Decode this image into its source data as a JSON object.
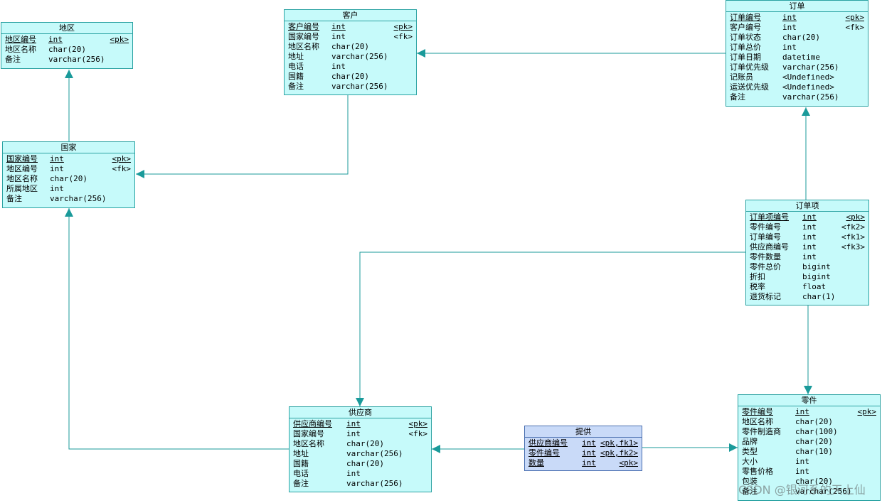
{
  "entities": [
    {
      "id": "diqu",
      "name": "地区",
      "rows": [
        {
          "n": "地区编号",
          "t": "int",
          "k": "<pk>",
          "u": true
        },
        {
          "n": "地区名称",
          "t": "char(20)",
          "k": ""
        },
        {
          "n": "备注",
          "t": "varchar(256)",
          "k": ""
        }
      ]
    },
    {
      "id": "guojia",
      "name": "国家",
      "rows": [
        {
          "n": "国家编号",
          "t": "int",
          "k": "<pk>",
          "u": true
        },
        {
          "n": "地区编号",
          "t": "int",
          "k": "<fk>"
        },
        {
          "n": "地区名称",
          "t": "char(20)",
          "k": ""
        },
        {
          "n": "所属地区",
          "t": "int",
          "k": ""
        },
        {
          "n": "备注",
          "t": "varchar(256)",
          "k": ""
        }
      ]
    },
    {
      "id": "kehu",
      "name": "客户",
      "rows": [
        {
          "n": "客户编号",
          "t": "int",
          "k": "<pk>",
          "u": true
        },
        {
          "n": "国家编号",
          "t": "int",
          "k": "<fk>"
        },
        {
          "n": "地区名称",
          "t": "char(20)",
          "k": ""
        },
        {
          "n": "地址",
          "t": "varchar(256)",
          "k": ""
        },
        {
          "n": "电话",
          "t": "int",
          "k": ""
        },
        {
          "n": "国籍",
          "t": "char(20)",
          "k": ""
        },
        {
          "n": "备注",
          "t": "varchar(256)",
          "k": ""
        }
      ]
    },
    {
      "id": "dingdan",
      "name": "订单",
      "rows": [
        {
          "n": "订单编号",
          "t": "int",
          "k": "<pk>",
          "u": true
        },
        {
          "n": "客户编号",
          "t": "int",
          "k": "<fk>"
        },
        {
          "n": "订单状态",
          "t": "char(20)",
          "k": ""
        },
        {
          "n": "订单总价",
          "t": "int",
          "k": ""
        },
        {
          "n": "订单日期",
          "t": "datetime",
          "k": ""
        },
        {
          "n": "订单优先级",
          "t": "varchar(256)",
          "k": ""
        },
        {
          "n": "记账员",
          "t": "<Undefined>",
          "k": ""
        },
        {
          "n": "运送优先级",
          "t": "<Undefined>",
          "k": ""
        },
        {
          "n": "备注",
          "t": "varchar(256)",
          "k": ""
        }
      ]
    },
    {
      "id": "dingdanxiang",
      "name": "订单项",
      "rows": [
        {
          "n": "订单项编号",
          "t": "int",
          "k": "<pk>",
          "u": true
        },
        {
          "n": "零件编号",
          "t": "int",
          "k": "<fk2>"
        },
        {
          "n": "订单编号",
          "t": "int",
          "k": "<fk1>"
        },
        {
          "n": "供应商编号",
          "t": "int",
          "k": "<fk3>"
        },
        {
          "n": "零件数量",
          "t": "int",
          "k": ""
        },
        {
          "n": "零件总价",
          "t": "bigint",
          "k": ""
        },
        {
          "n": "折扣",
          "t": "bigint",
          "k": ""
        },
        {
          "n": "税率",
          "t": "float",
          "k": ""
        },
        {
          "n": "退货标记",
          "t": "char(1)",
          "k": ""
        }
      ]
    },
    {
      "id": "gongyingshang",
      "name": "供应商",
      "rows": [
        {
          "n": "供应商编号",
          "t": "int",
          "k": "<pk>",
          "u": true
        },
        {
          "n": "国家编号",
          "t": "int",
          "k": "<fk>"
        },
        {
          "n": "地区名称",
          "t": "char(20)",
          "k": ""
        },
        {
          "n": "地址",
          "t": "varchar(256)",
          "k": ""
        },
        {
          "n": "国籍",
          "t": "char(20)",
          "k": ""
        },
        {
          "n": "电话",
          "t": "int",
          "k": ""
        },
        {
          "n": "备注",
          "t": "varchar(256)",
          "k": ""
        }
      ]
    },
    {
      "id": "tigong",
      "name": "提供",
      "rows": [
        {
          "n": "供应商编号",
          "t": "int",
          "k": "<pk,fk1>",
          "u": true
        },
        {
          "n": "零件编号",
          "t": "int",
          "k": "<pk,fk2>",
          "u": true
        },
        {
          "n": "数量",
          "t": "int",
          "k": "<pk>",
          "u": true
        }
      ]
    },
    {
      "id": "lingjian",
      "name": "零件",
      "rows": [
        {
          "n": "零件编号",
          "t": "int",
          "k": "<pk>",
          "u": true
        },
        {
          "n": "地区名称",
          "t": "char(20)",
          "k": ""
        },
        {
          "n": "零件制造商",
          "t": "char(100)",
          "k": ""
        },
        {
          "n": "品牌",
          "t": "char(20)",
          "k": ""
        },
        {
          "n": "类型",
          "t": "char(10)",
          "k": ""
        },
        {
          "n": "大小",
          "t": "int",
          "k": ""
        },
        {
          "n": "零售价格",
          "t": "int",
          "k": ""
        },
        {
          "n": "包装",
          "t": "char(20)",
          "k": ""
        },
        {
          "n": "备注",
          "t": "varchar(256)",
          "k": ""
        }
      ]
    }
  ],
  "watermark": "CSDN @银河系的天上仙",
  "colors": {
    "entity_fill": "#c6fafa",
    "entity_border": "#2aa2a2",
    "assoc_fill": "#c9daf8",
    "line": "#1a9a9a"
  }
}
